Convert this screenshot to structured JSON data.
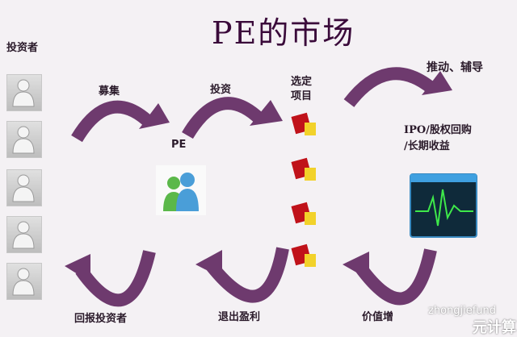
{
  "title": "PE的市场",
  "labels": {
    "investors": "投资者",
    "raise": "募集",
    "invest": "投资",
    "select_project_1": "选定",
    "select_project_2": "项目",
    "promote": "推动、辅导",
    "exit_1": "IPO/股权回购",
    "exit_2": "/长期收益",
    "pe": "PE",
    "return_investors": "回报投资者",
    "exit_profit": "退出盈利",
    "value_add": "价值增"
  },
  "watermark": {
    "text": "zhongjiefund",
    "badge": "元计算"
  },
  "colors": {
    "arrow": "#6e3a6e",
    "bg": "#f4f1f4"
  }
}
